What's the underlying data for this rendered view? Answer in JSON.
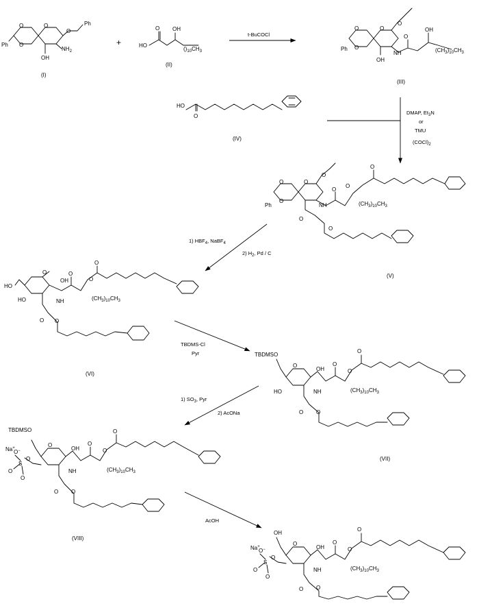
{
  "compounds": {
    "I": "(I)",
    "II": "(II)",
    "III": "(III)",
    "IV": "(IV)",
    "V": "(V)",
    "VI": "(VI)",
    "VII": "(VII)",
    "VIII": "(VIII)"
  },
  "plus_sign": "+",
  "atoms": {
    "O": "O",
    "OH": "OH",
    "HO": "HO",
    "NH": "NH",
    "NH2_N": "NH",
    "NH2_sub": "2",
    "Ph": "Ph",
    "CH3": "CH",
    "CH3_sub": "3",
    "n_sub": "10",
    "TBDMSO": "TBDMSO",
    "Na": "Na",
    "plus": "+",
    "S": "S",
    "minus": "−"
  },
  "reagents": {
    "step1": "t-BuCOCl",
    "step2_a": "DMAP, Et",
    "step2_a_sub": "3",
    "step2_a_tail": "N",
    "step2_b": "or",
    "step2_c": "TMU",
    "step2_d": "(COCl)",
    "step2_d_sub": "2",
    "step3_a": "1) HBF",
    "step3_a_sub": "4",
    "step3_a_tail": ", NaBF",
    "step3_a_sub2": "4",
    "step3_b": "2) H",
    "step3_b_sub": "2",
    "step3_b_tail": ", Pd / C",
    "step4_a": "TBDMS-Cl",
    "step4_b": "Pyr",
    "step5_a": "1) SO",
    "step5_a_sub": "3",
    "step5_a_tail": ", Pyr",
    "step5_b": "2) AcONa",
    "step6": "AcOH"
  }
}
